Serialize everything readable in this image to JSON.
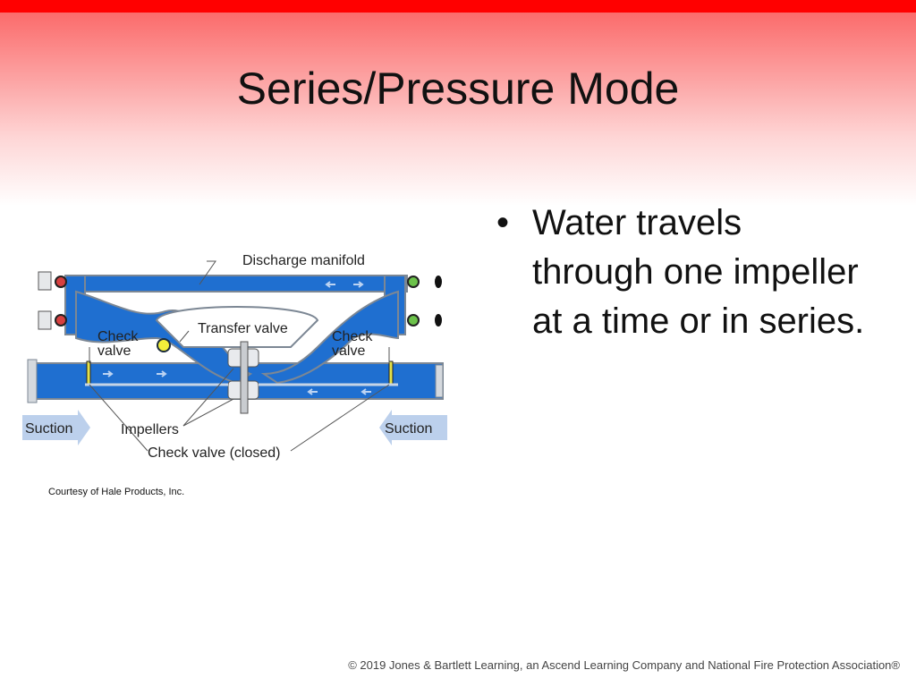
{
  "slide": {
    "title": "Series/Pressure Mode",
    "bullets": [
      "Water travels through one impeller at a time or in series."
    ],
    "credit": "Courtesy of Hale Products, Inc.",
    "copyright": "© 2019 Jones & Bartlett Learning, an Ascend Learning Company and National Fire Protection Association®"
  },
  "diagram": {
    "labels": {
      "discharge_manifold": "Discharge manifold",
      "transfer_valve": "Transfer valve",
      "check_valve_left_1": "Check",
      "check_valve_left_2": "valve",
      "check_valve_right_1": "Check",
      "check_valve_right_2": "valve",
      "suction_left": "Suction",
      "suction_right": "Suction",
      "impellers": "Impellers",
      "check_valve_closed": "Check valve (closed)"
    }
  },
  "colors": {
    "header_bar": "#ff0000",
    "water": "#1f6fd0",
    "pipe_outline": "#7c8794"
  }
}
